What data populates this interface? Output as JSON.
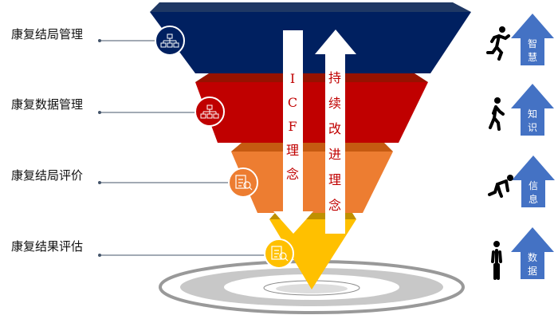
{
  "levels": [
    {
      "label": "康复结局管理",
      "color": "#002060",
      "icon": "org-chart-icon"
    },
    {
      "label": "康复数据管理",
      "color": "#c00000",
      "icon": "org-chart-icon"
    },
    {
      "label": "康复结局评价",
      "color": "#ed7d31",
      "icon": "document-search-icon"
    },
    {
      "label": "康复结果评估",
      "color": "#ffc000",
      "icon": "document-search-icon"
    }
  ],
  "arrows": {
    "down": [
      "I",
      "C",
      "F",
      "理",
      "念"
    ],
    "up": [
      "持",
      "续",
      "改",
      "进",
      "理",
      "念"
    ]
  },
  "stages": [
    {
      "chars": [
        "智",
        "慧"
      ],
      "icon": "running-person-icon"
    },
    {
      "chars": [
        "知",
        "识"
      ],
      "icon": "walking-person-icon"
    },
    {
      "chars": [
        "信",
        "息"
      ],
      "icon": "crouching-person-icon"
    },
    {
      "chars": [
        "数",
        "据"
      ],
      "icon": "standing-person-icon"
    }
  ],
  "colors": {
    "arrow_blue": "#4472c4",
    "text_red": "#c00000"
  }
}
